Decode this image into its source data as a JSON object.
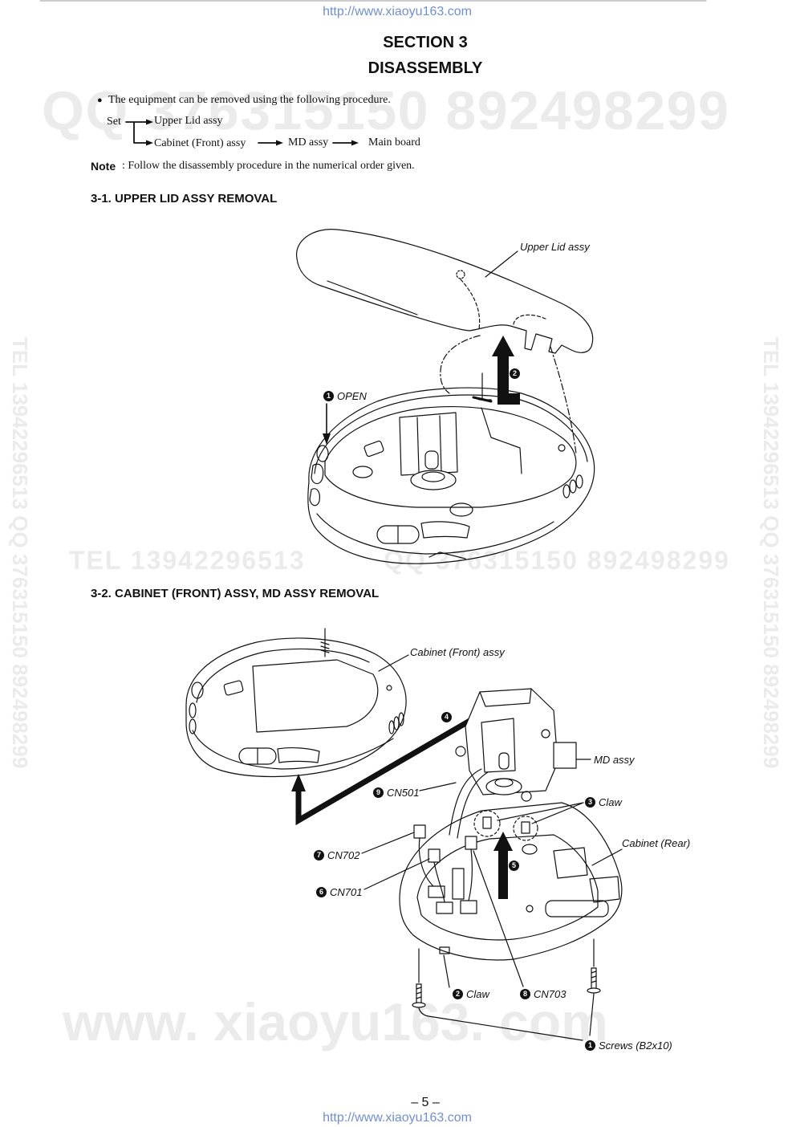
{
  "header": {
    "url": "http://www.xiaoyu163.com",
    "section": "SECTION 3",
    "title": "DISASSEMBLY"
  },
  "intro": {
    "bullet": "●",
    "text": "The equipment can be removed using the following procedure."
  },
  "flow": {
    "start": "Set",
    "branch_upper": "Upper Lid assy",
    "branch_lower": [
      "Cabinet (Front) assy",
      "MD assy",
      "Main board"
    ]
  },
  "note": {
    "label": "Note",
    "text": ": Follow the disassembly procedure in the numerical order given."
  },
  "section_3_1": {
    "heading": "3-1. UPPER LID ASSY REMOVAL",
    "upper_lid_label": "Upper Lid assy",
    "open_step": "1",
    "open_label": "OPEN",
    "lift_step": "2"
  },
  "section_3_2": {
    "heading": "3-2. CABINET (FRONT) ASSY, MD ASSY REMOVAL",
    "cabinet_front_label": "Cabinet (Front) assy",
    "cabinet_front_step": "4",
    "md_assy_label": "MD assy",
    "cn501_step": "9",
    "cn501_label": "CN501",
    "claw_upper_step": "3",
    "claw_upper_label": "Claw",
    "cabinet_rear_label": "Cabinet (Rear)",
    "cn702_step": "7",
    "cn702_label": "CN702",
    "md_lift_step": "5",
    "cn701_step": "6",
    "cn701_label": "CN701",
    "claw_lower_step": "2",
    "claw_lower_label": "Claw",
    "cn703_step": "8",
    "cn703_label": "CN703",
    "screws_step": "1",
    "screws_label": "Screws (B2x10)"
  },
  "footer": {
    "page_number": "– 5 –",
    "url": "http://www.xiaoyu163.com"
  },
  "watermarks": {
    "top": "QQ 376315150 892498299",
    "middle_left": "TEL 13942296513",
    "middle_right": "QQ 376315150 892498299",
    "side_left": "TEL 13942296513 QQ 376315150 892498299",
    "side_right": "TEL 13942296513 QQ 376315150 892498299",
    "bottom": "www. xiaoyu163. com"
  },
  "colors": {
    "url": "#6f8fd8",
    "watermark": "#ebebeb",
    "ink": "#111111"
  }
}
